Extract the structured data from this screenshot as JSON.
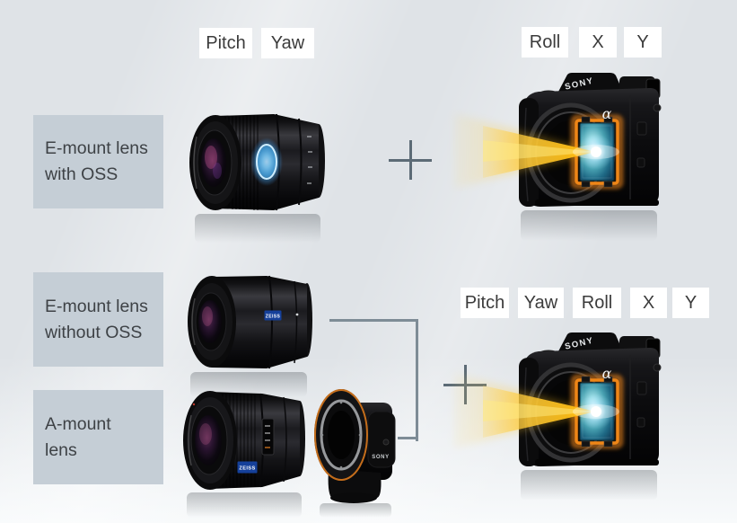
{
  "chips": {
    "lens_oss_axes": [
      "Pitch",
      "Yaw"
    ],
    "body_axes": [
      "Roll",
      "X",
      "Y"
    ],
    "all_axes": [
      "Pitch",
      "Yaw",
      "Roll",
      "X",
      "Y"
    ]
  },
  "lens_labels": {
    "row1_line1": "E-mount lens",
    "row1_line2": "with OSS",
    "row2_line1": "E-mount lens",
    "row2_line2": "without OSS",
    "row3_line1": "A-mount",
    "row3_line2": "lens"
  },
  "camera": {
    "brand": "SONY",
    "alpha_logo": "α"
  },
  "badges": {
    "zeiss": "ZEISS",
    "adapter_brand": "SONY"
  },
  "colors": {
    "background": "#dfe3e7",
    "label_box": "#c5ced6",
    "chip_background": "#ffffff",
    "text": "#3b3b3b",
    "plus_sign": "#5c6b76",
    "bracket_line": "#7e8c96",
    "beam_yellow": "#ffc400",
    "sensor_frame_orange": "#ef8617",
    "sensor_teal": "#49a2b2",
    "oss_glow_blue": "#46aaeb"
  }
}
